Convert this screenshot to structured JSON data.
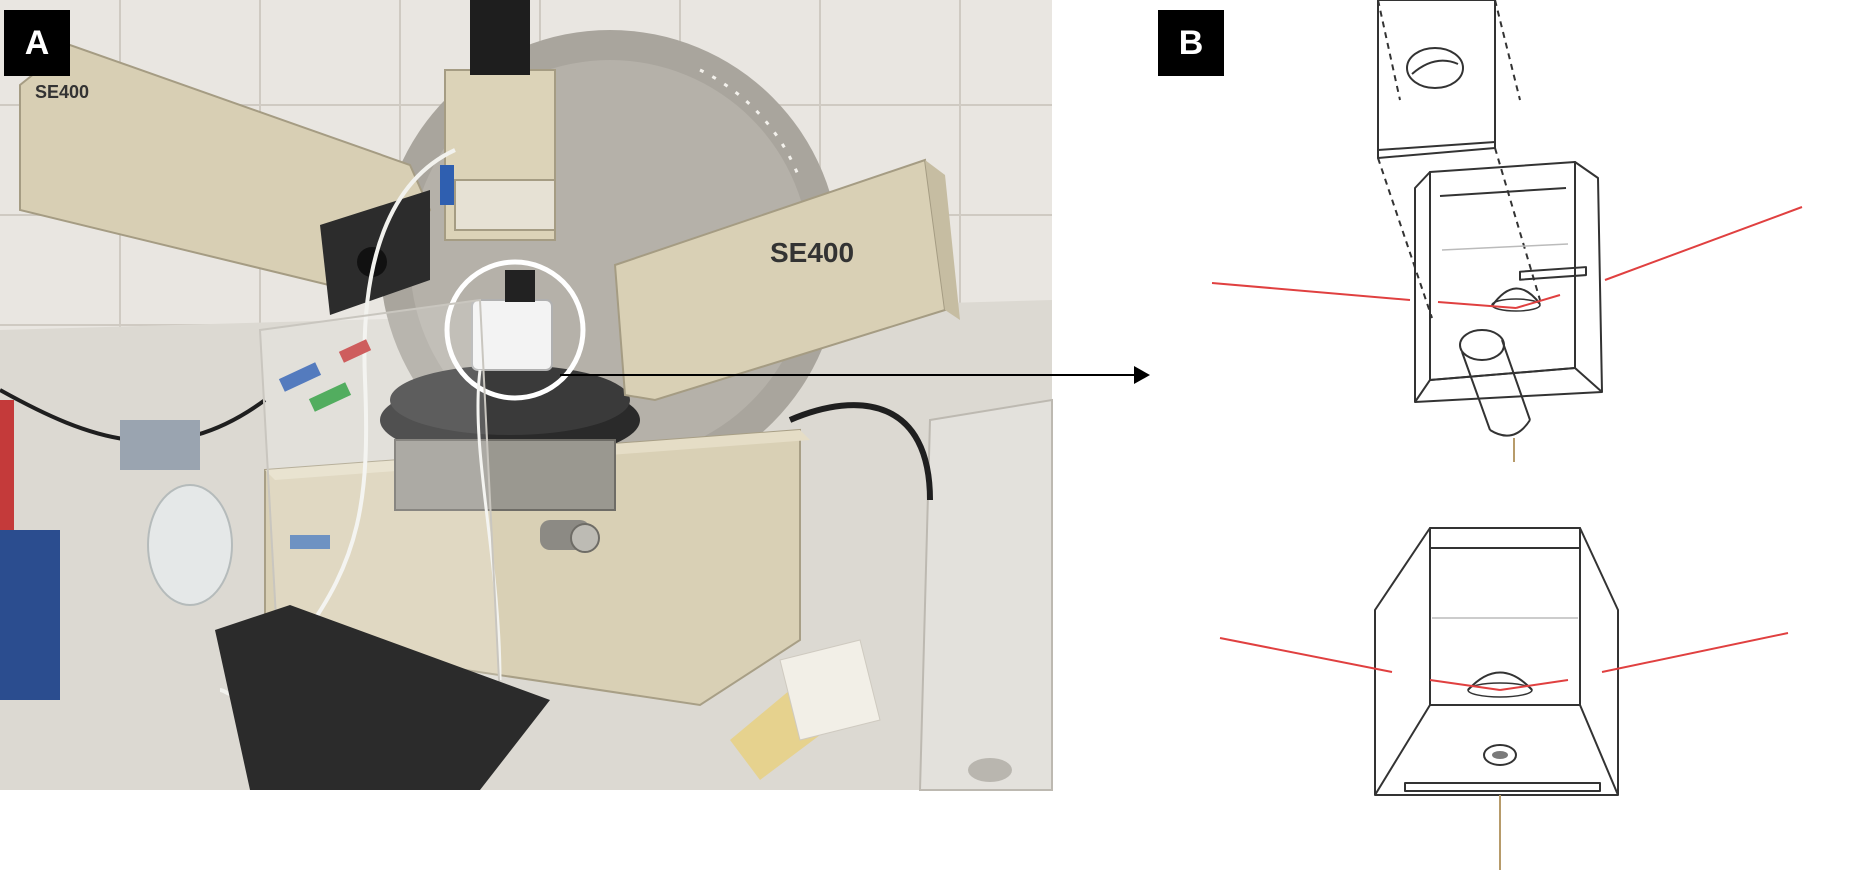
{
  "panels": {
    "a_label": "A",
    "b_label": "B"
  },
  "photo": {
    "instrument_labels": [
      "SE400",
      "SE400"
    ]
  },
  "colors": {
    "beam": "#e04040",
    "line": "#333333",
    "shade": "#7a7a7a",
    "instrument_beige": "#d9d0b5",
    "wall_tile": "#ece9e4"
  }
}
